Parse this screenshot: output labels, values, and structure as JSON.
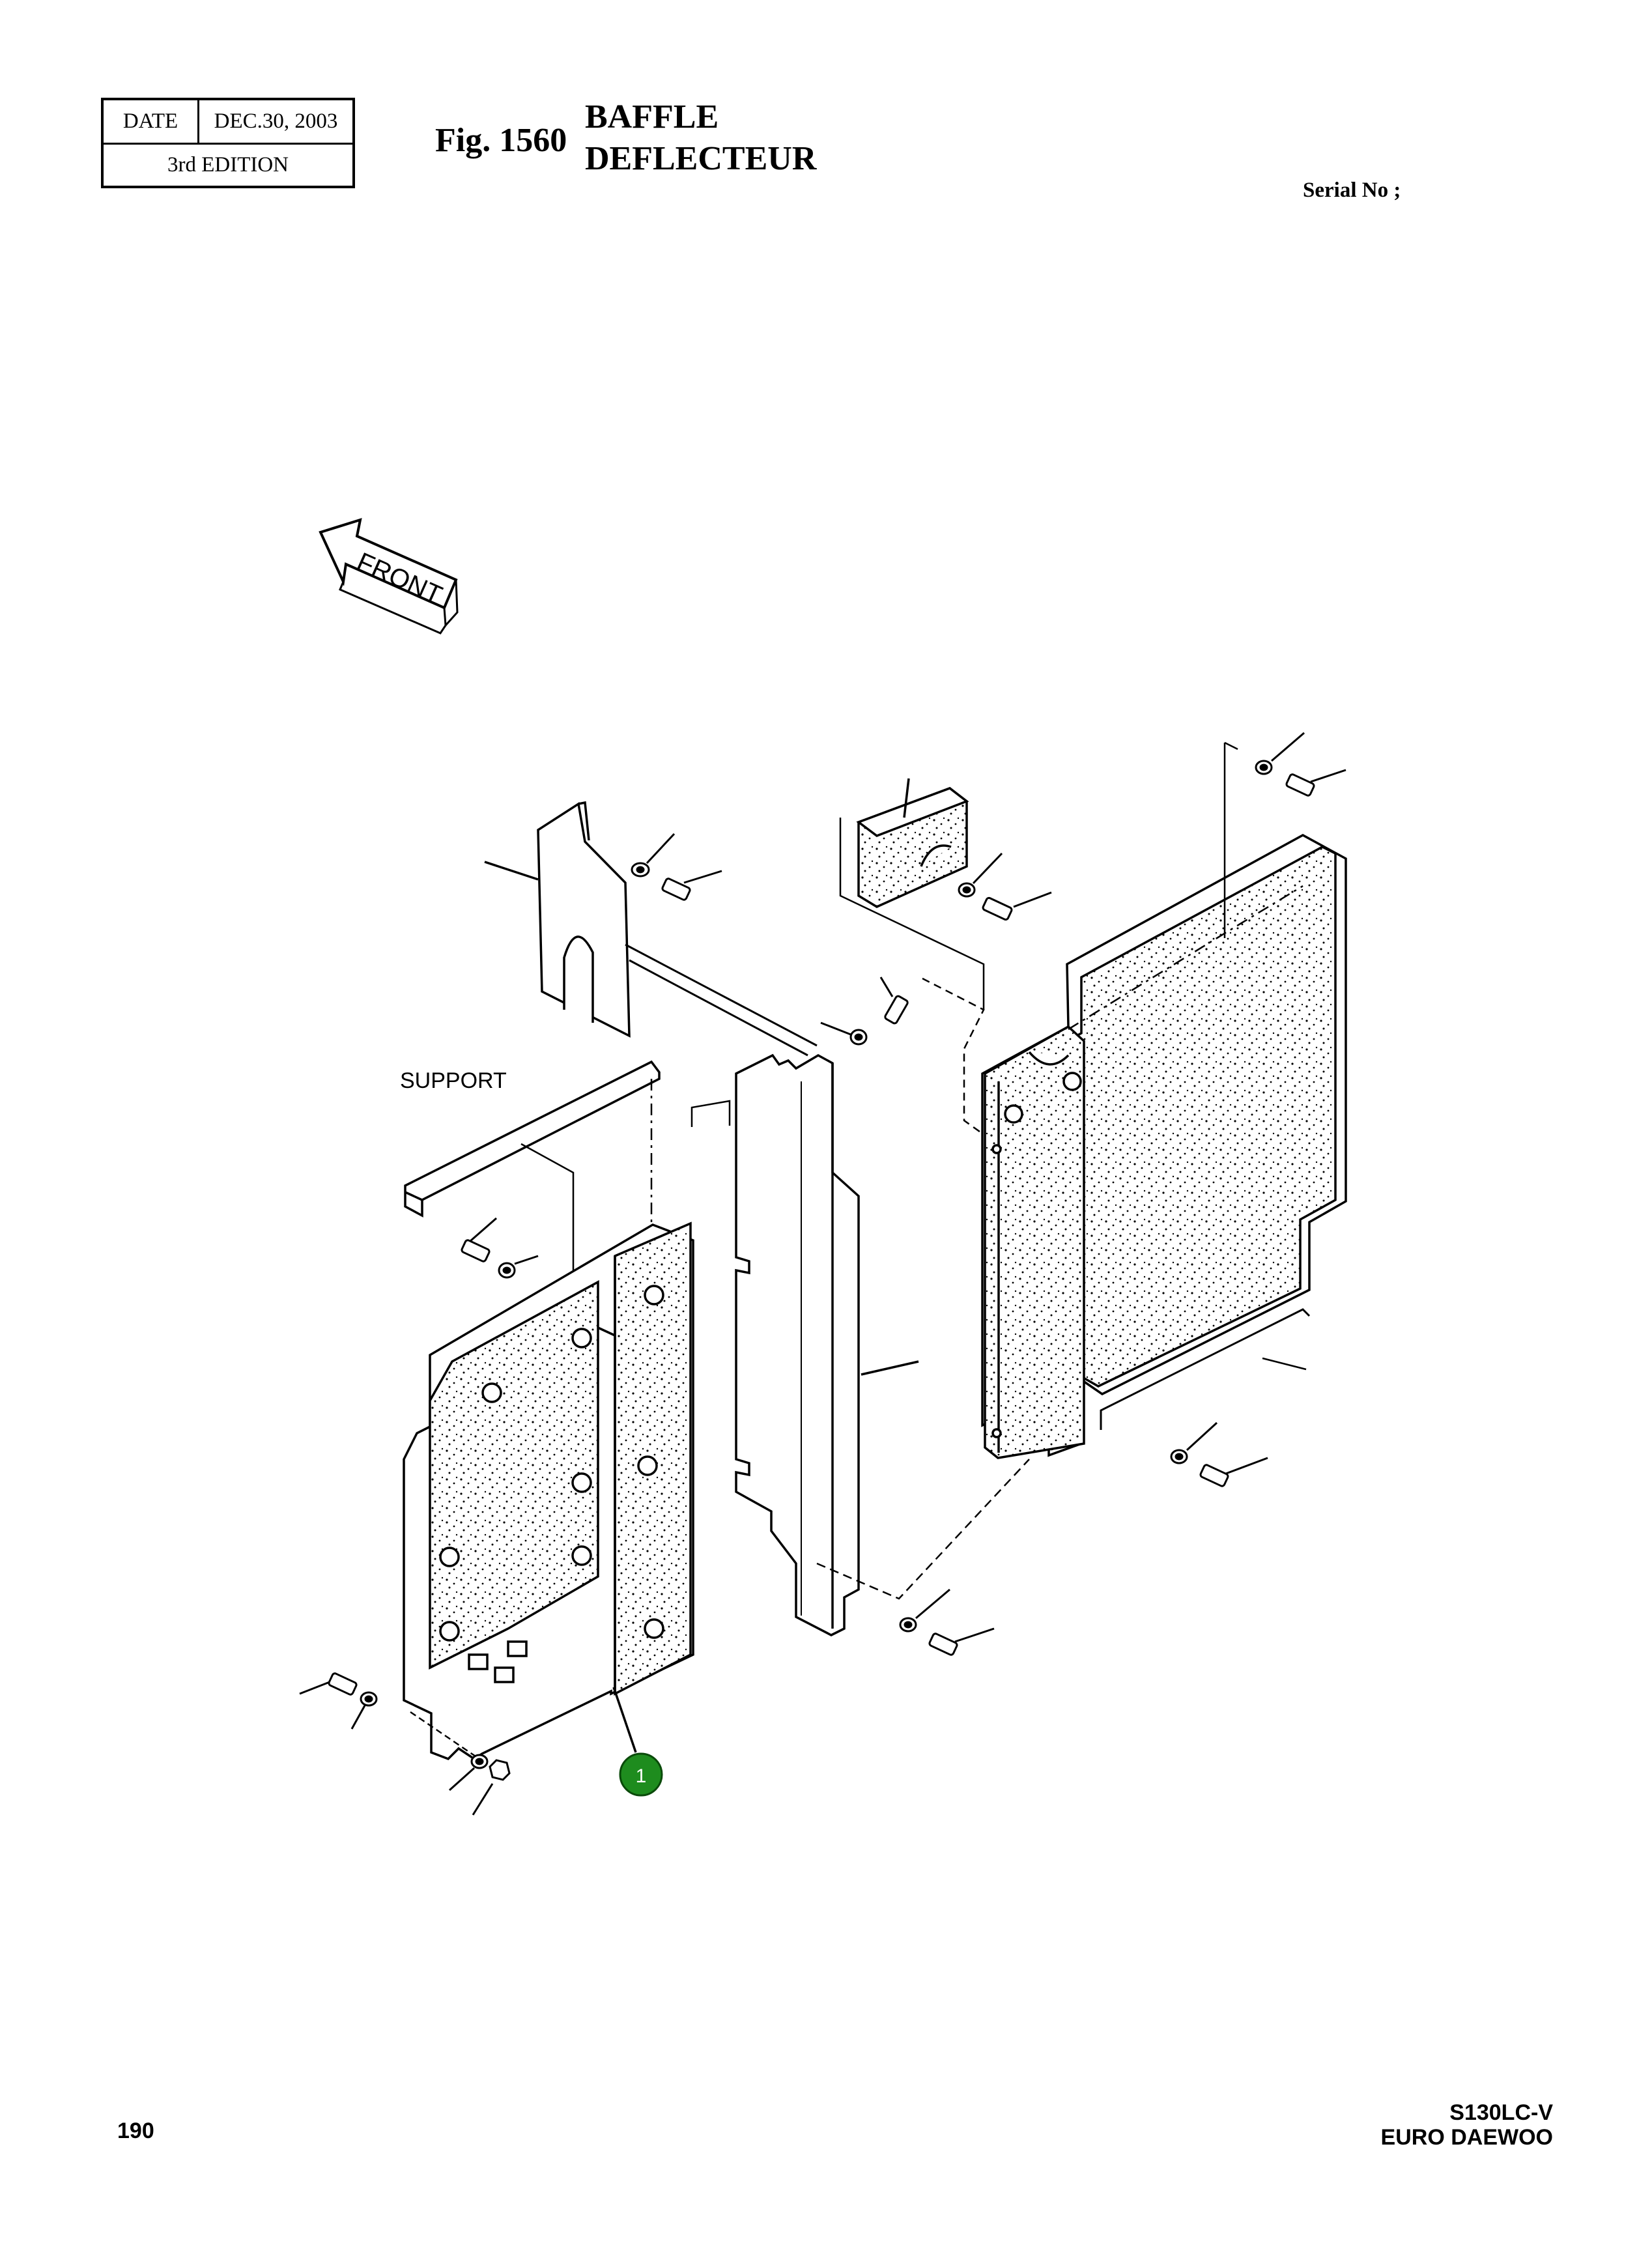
{
  "header": {
    "date_label": "DATE",
    "date_value": "DEC.30, 2003",
    "edition": "3rd  EDITION",
    "fig_number": "Fig. 1560",
    "title_en": "BAFFLE",
    "title_fr": "DEFLECTEUR",
    "serial": "Serial No ;"
  },
  "diagram": {
    "front_arrow_label": "FRONT",
    "support_label": "SUPPORT",
    "callout_number": "1",
    "callout_color": "#1e8c1e"
  },
  "footer": {
    "page_number": "190",
    "model": "S130LC-V",
    "brand": "EURO DAEWOO"
  }
}
